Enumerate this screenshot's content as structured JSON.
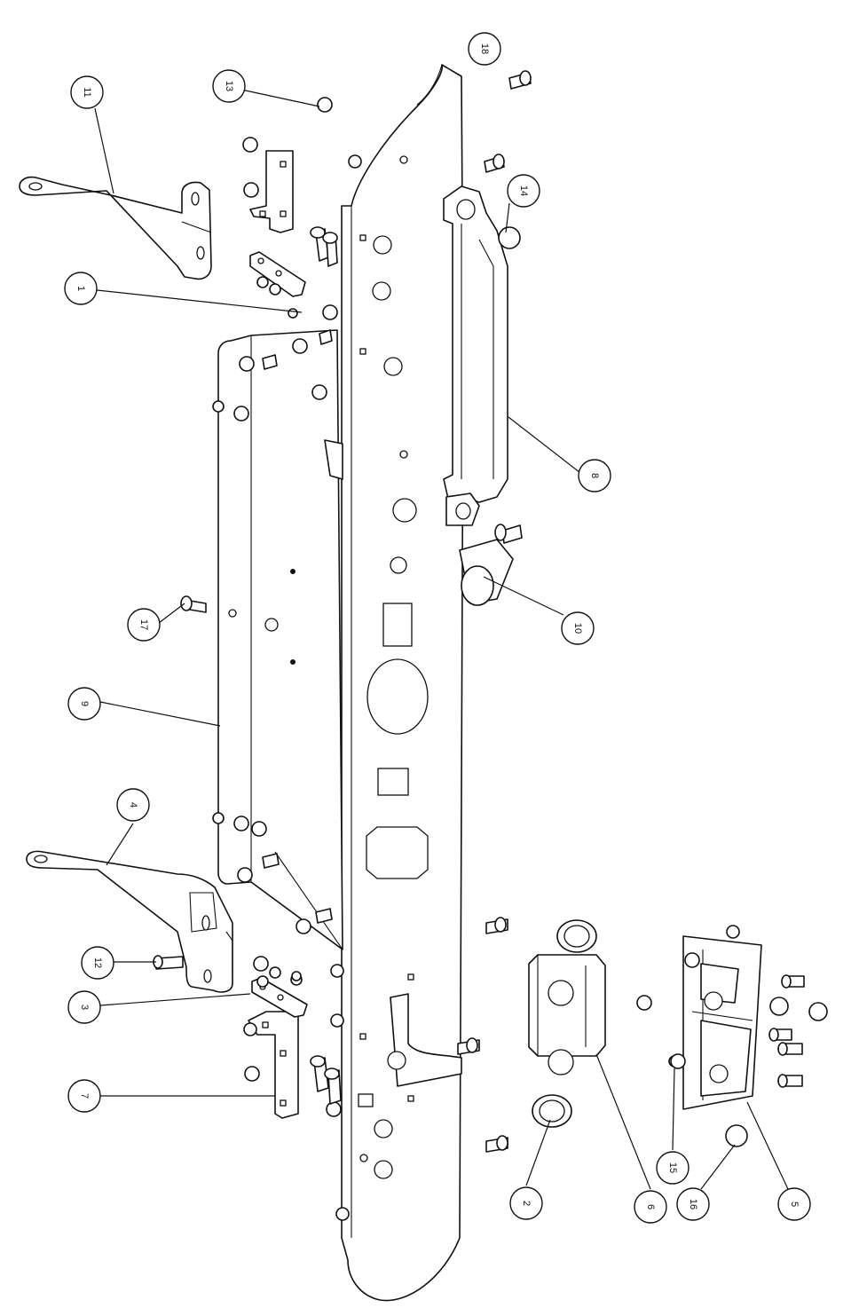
{
  "balloons": [
    {
      "id": "1",
      "label": "1"
    },
    {
      "id": "2",
      "label": "2"
    },
    {
      "id": "3",
      "label": "3"
    },
    {
      "id": "4",
      "label": "4"
    },
    {
      "id": "5",
      "label": "5"
    },
    {
      "id": "6",
      "label": "6"
    },
    {
      "id": "7",
      "label": "7"
    },
    {
      "id": "8",
      "label": "8"
    },
    {
      "id": "9",
      "label": "9"
    },
    {
      "id": "10",
      "label": "10"
    },
    {
      "id": "11",
      "label": "11"
    },
    {
      "id": "12",
      "label": "12"
    },
    {
      "id": "13",
      "label": "13"
    },
    {
      "id": "14",
      "label": "14"
    },
    {
      "id": "15",
      "label": "15"
    },
    {
      "id": "16",
      "label": "16"
    },
    {
      "id": "17",
      "label": "17"
    },
    {
      "id": "18",
      "label": "18"
    }
  ]
}
